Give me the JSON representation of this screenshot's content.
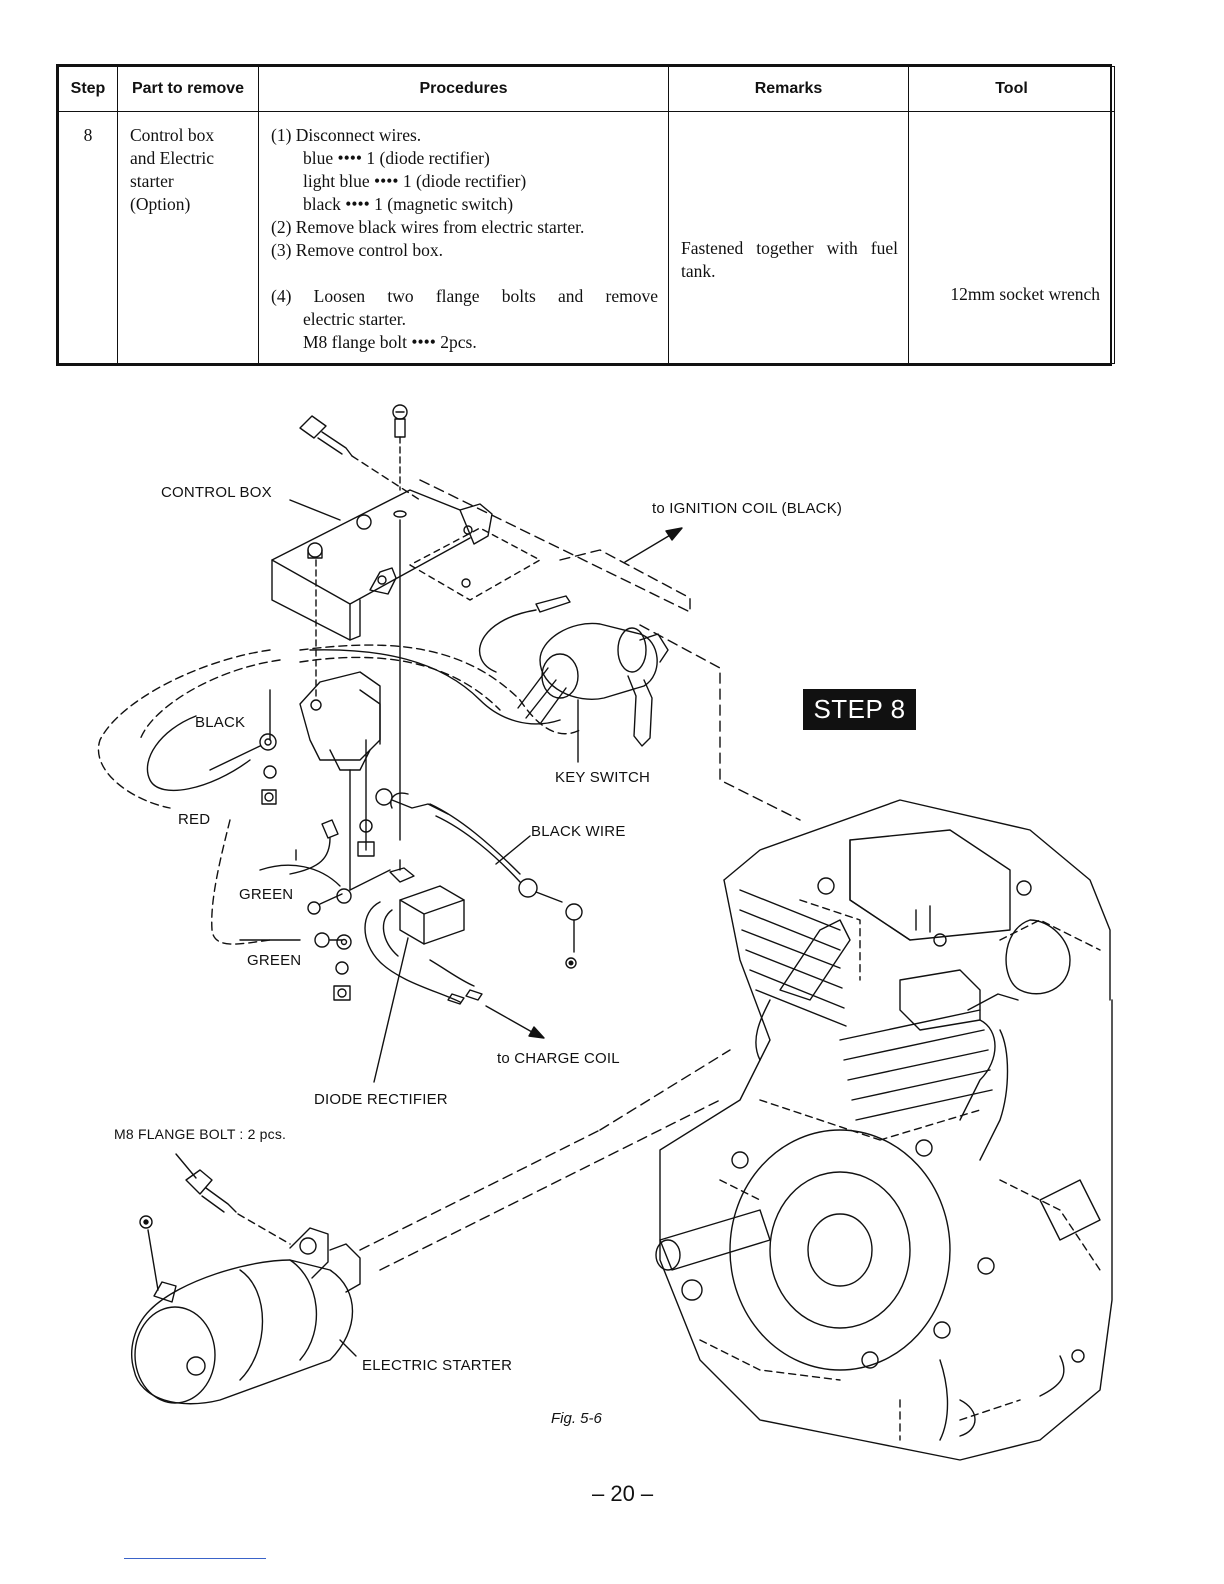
{
  "table": {
    "headers": {
      "step": "Step",
      "part": "Part to remove",
      "procedures": "Procedures",
      "remarks": "Remarks",
      "tool": "Tool"
    },
    "row": {
      "step": "8",
      "part": [
        "Control box",
        "and Electric",
        "starter",
        "(Option)"
      ],
      "procedures": {
        "p1_title": "(1) Disconnect wires.",
        "p1_lines": [
          "blue •••• 1 (diode rectifier)",
          "light blue •••• 1 (diode rectifier)",
          "black •••• 1 (magnetic switch)"
        ],
        "p2": "(2) Remove black wires from electric starter.",
        "p3": "(3) Remove control box.",
        "p4_title": "(4) Loosen two flange bolts and remove",
        "p4_lines": [
          "electric starter.",
          "M8 flange bolt •••• 2pcs."
        ]
      },
      "remarks": "Fastened together with fuel tank.",
      "tool": "12mm socket wrench"
    }
  },
  "figure": {
    "labels": {
      "control_box": "CONTROL BOX",
      "ignition_coil": "to IGNITION COIL (BLACK)",
      "black": "BLACK",
      "key_switch": "KEY SWITCH",
      "red": "RED",
      "black_wire": "BLACK WIRE",
      "green1": "GREEN",
      "green2": "GREEN",
      "charge_coil": "to CHARGE COIL",
      "diode_rectifier": "DIODE RECTIFIER",
      "flange_bolt": "M8 FLANGE BOLT : 2 pcs.",
      "electric_starter": "ELECTRIC STARTER"
    },
    "step_badge": "STEP 8",
    "caption": "Fig. 5-6"
  },
  "page_number": "– 20 –"
}
